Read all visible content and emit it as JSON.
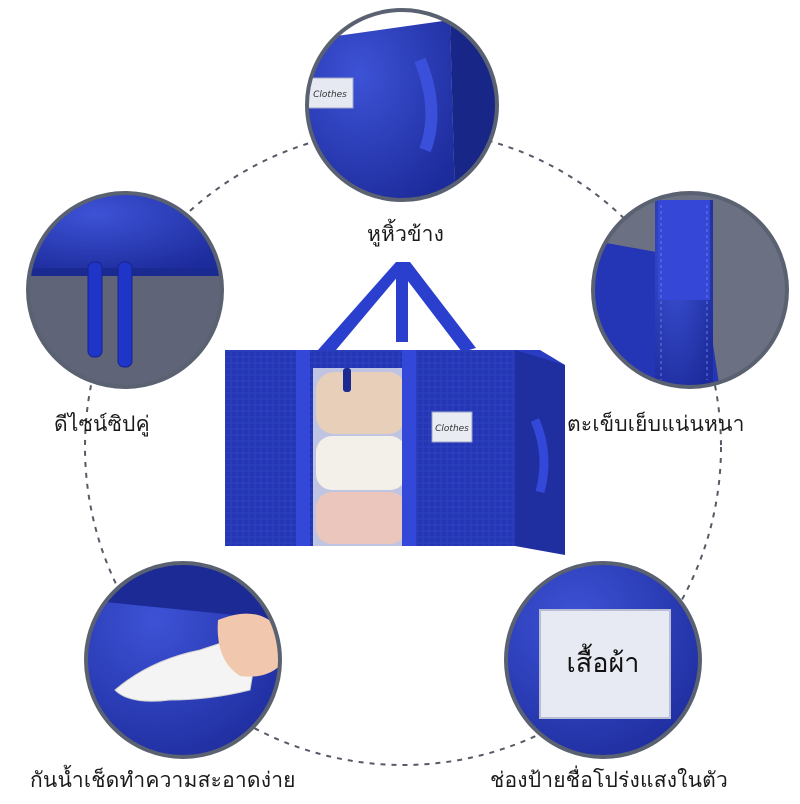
{
  "features": {
    "top": {
      "label": "หูหิ้วข้าง"
    },
    "left": {
      "label": "ดีไซน์ซิปคู่"
    },
    "right": {
      "label": "ตะเข็บเย็บแน่นหนา"
    },
    "bottom_left": {
      "label": "กันน้ำเช็ดทำความสะอาดง่าย"
    },
    "bottom_right": {
      "label": "ช่องป้ายชื่อโปร่งแสงในตัว",
      "card_text": "เสื้อผ้า"
    }
  },
  "bag": {
    "tag_text": "Clothes"
  },
  "colors": {
    "bag_blue": "#2436b5",
    "ring": "#5a6170",
    "dash": "#555a66"
  }
}
